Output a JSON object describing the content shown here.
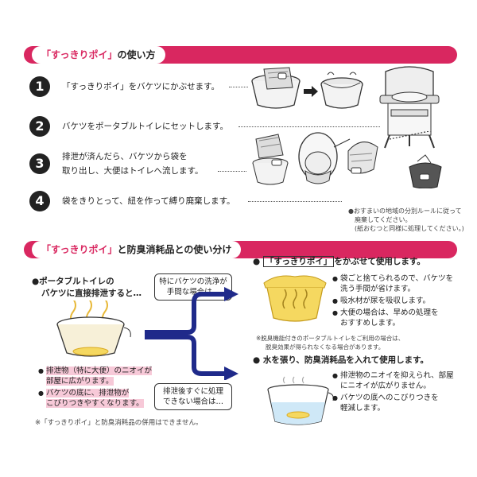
{
  "section1": {
    "title_brand": "「すっきりポイ」",
    "title_rest": "の使い方"
  },
  "steps": [
    {
      "num": "1",
      "text": "「すっきりポイ」をバケツにかぶせます。"
    },
    {
      "num": "2",
      "text": "バケツをポータブルトイレにセットします。"
    },
    {
      "num": "3",
      "line1": "排泄が済んだら、バケツから袋を",
      "line2": "取り出し、大便はトイレへ流します。"
    },
    {
      "num": "4",
      "text": "袋をきりとって、紐を作って縛り廃棄します。"
    }
  ],
  "disposal_note": {
    "line1": "●おすまいの地域の分別ルールに従って",
    "line2": "廃棄してください。",
    "line3": "(紙おむつと同様に処理してください。)"
  },
  "section2": {
    "title_brand": "「すっきりポイ」",
    "title_rest": "と防臭消耗品との使い分け"
  },
  "left": {
    "heading_line1": "●ポータブルトイレの",
    "heading_line2": "バケツに直接排泄すると…",
    "problems": [
      {
        "line1": "排泄物（特に大便）のニオイが",
        "line2": "部屋に広がります。"
      },
      {
        "line1": "バケツの底に、排泄物が",
        "line2": "こびりつきやすくなります。"
      }
    ]
  },
  "middle": {
    "box_top_line1": "特にバケツの洗浄が",
    "box_top_line2": "手間な場合は…",
    "box_bottom_line1": "排泄後すぐに処理",
    "box_bottom_line2": "できない場合は…"
  },
  "right_top": {
    "heading_brand": "「すっきりポイ」",
    "heading_rest": "をかぶせて使用します。",
    "benefits": [
      {
        "line1": "袋ごと捨てられるので、バケツを",
        "line2": "洗う手間が省けます。"
      },
      {
        "line1": "吸水材が尿を吸収します。",
        "line2": ""
      },
      {
        "line1": "大便の場合は、早めの処理を",
        "line2": "おすすめします。"
      }
    ],
    "note_line1": "※脱臭機能付きのポータブルトイレをご利用の場合は、",
    "note_line2": "脱臭効果が得られなくなる場合があります。"
  },
  "right_bottom": {
    "heading": "水を張り、防臭消耗品を入れて使用します。",
    "benefits": [
      {
        "line1": "排泄物のニオイを抑えられ、部屋",
        "line2": "にニオイが広がりません。"
      },
      {
        "line1": "バケツの底へのこびりつきを",
        "line2": "軽減します。"
      }
    ]
  },
  "footer_note": "※「すっきりポイ」と防臭消耗品の併用はできません。",
  "colors": {
    "accent": "#d92760",
    "arrow": "#1f2a8a",
    "highlight": "#f7c9d8",
    "yellow": "#f5d860"
  }
}
